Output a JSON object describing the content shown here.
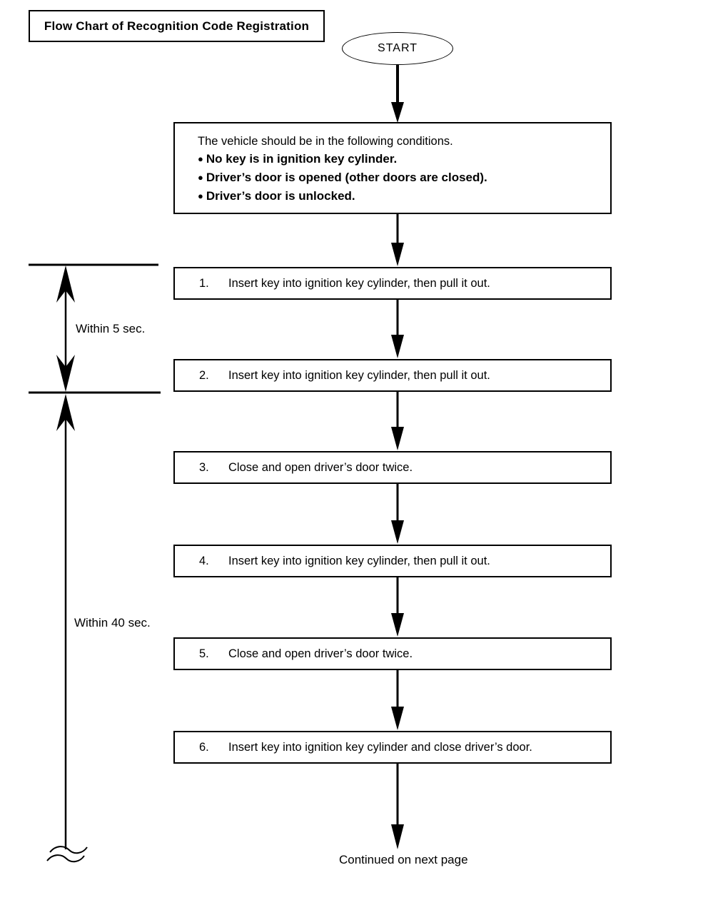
{
  "page": {
    "title": "Flow Chart of Recognition Code Registration",
    "start_label": "START",
    "continued_label": "Continued on next page"
  },
  "icons": {
    "bullet": "●"
  },
  "conditions": {
    "intro": "The vehicle should be in the following conditions.",
    "bullets": [
      "No key is in ignition key cylinder.",
      "Driver’s door is opened (other doors are closed).",
      "Driver’s door is unlocked."
    ]
  },
  "steps": [
    {
      "number": "1.",
      "text": "Insert key into ignition key cylinder, then pull it out."
    },
    {
      "number": "2.",
      "text": "Insert key into ignition key cylinder, then pull it out."
    },
    {
      "number": "3.",
      "text": "Close and open driver’s door twice."
    },
    {
      "number": "4.",
      "text": "Insert key into ignition key cylinder, then pull it out."
    },
    {
      "number": "5.",
      "text": "Close and open driver’s door twice."
    },
    {
      "number": "6.",
      "text": "Insert key into ignition key cylinder and close driver’s door."
    }
  ],
  "timers": [
    {
      "label": "Within 5 sec."
    },
    {
      "label": "Within 40 sec."
    }
  ],
  "colors": {
    "line": "#000000",
    "background": "#ffffff"
  }
}
